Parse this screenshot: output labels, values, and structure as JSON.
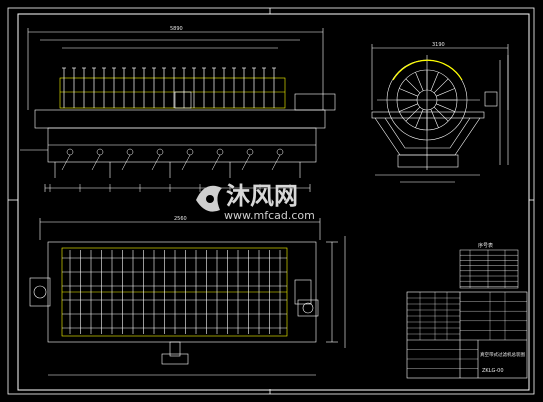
{
  "drawing": {
    "background_color": "#000000",
    "line_color": "#ffffff",
    "accent_color": "#ffff00",
    "dimension_color": "#e0e0e0"
  },
  "views": {
    "front_view": "front-elevation",
    "side_view": "side-elevation",
    "top_view": "plan-view"
  },
  "dimensions": {
    "front_overall": "5890",
    "side_overall": "3190",
    "plan_height": "2560"
  },
  "watermark": {
    "brand": "沐风网",
    "url": "www.mfcad.com",
    "logo_icon": "mf-logo-icon"
  },
  "parts_table": {
    "title": "序号表"
  },
  "title_block": {
    "drawing_name": "真空带式过滤机总装图",
    "drawing_no": "ZKLG-00"
  }
}
